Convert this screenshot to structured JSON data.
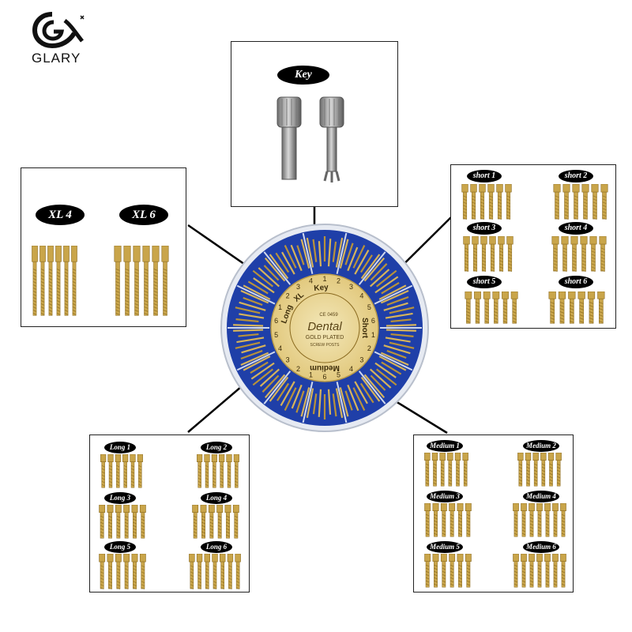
{
  "brand": {
    "name": "GLARY"
  },
  "key_panel": {
    "label": "Key"
  },
  "xl_panel": {
    "labels": [
      "XL 4",
      "XL 6"
    ]
  },
  "short_panel": {
    "labels": [
      "short 1",
      "short 2",
      "short 3",
      "short 4",
      "short 5",
      "short 6"
    ]
  },
  "long_panel": {
    "labels": [
      "Long 1",
      "Long 2",
      "Long 3",
      "Long 4",
      "Long 5",
      "Long 6"
    ]
  },
  "medium_panel": {
    "labels": [
      "Medium 1",
      "Medium 2",
      "Medium 3",
      "Medium 4",
      "Medium 5",
      "Medium 6"
    ]
  },
  "box_label": {
    "title": "Dental",
    "subtitle": "GOLD PLATED",
    "subtitle2": "SCREW POSTS",
    "ce_mark": "CE 0459",
    "ring_sections": [
      "Key",
      "Short",
      "Medium",
      "Long",
      "XL"
    ],
    "ring_numbers": [
      "1",
      "2",
      "3",
      "4",
      "5",
      "6"
    ]
  },
  "colors": {
    "gold": "#c9a54a",
    "gold_dark": "#8a6a1f",
    "box_blue": "#1f3fa8",
    "pill": "#000000"
  }
}
